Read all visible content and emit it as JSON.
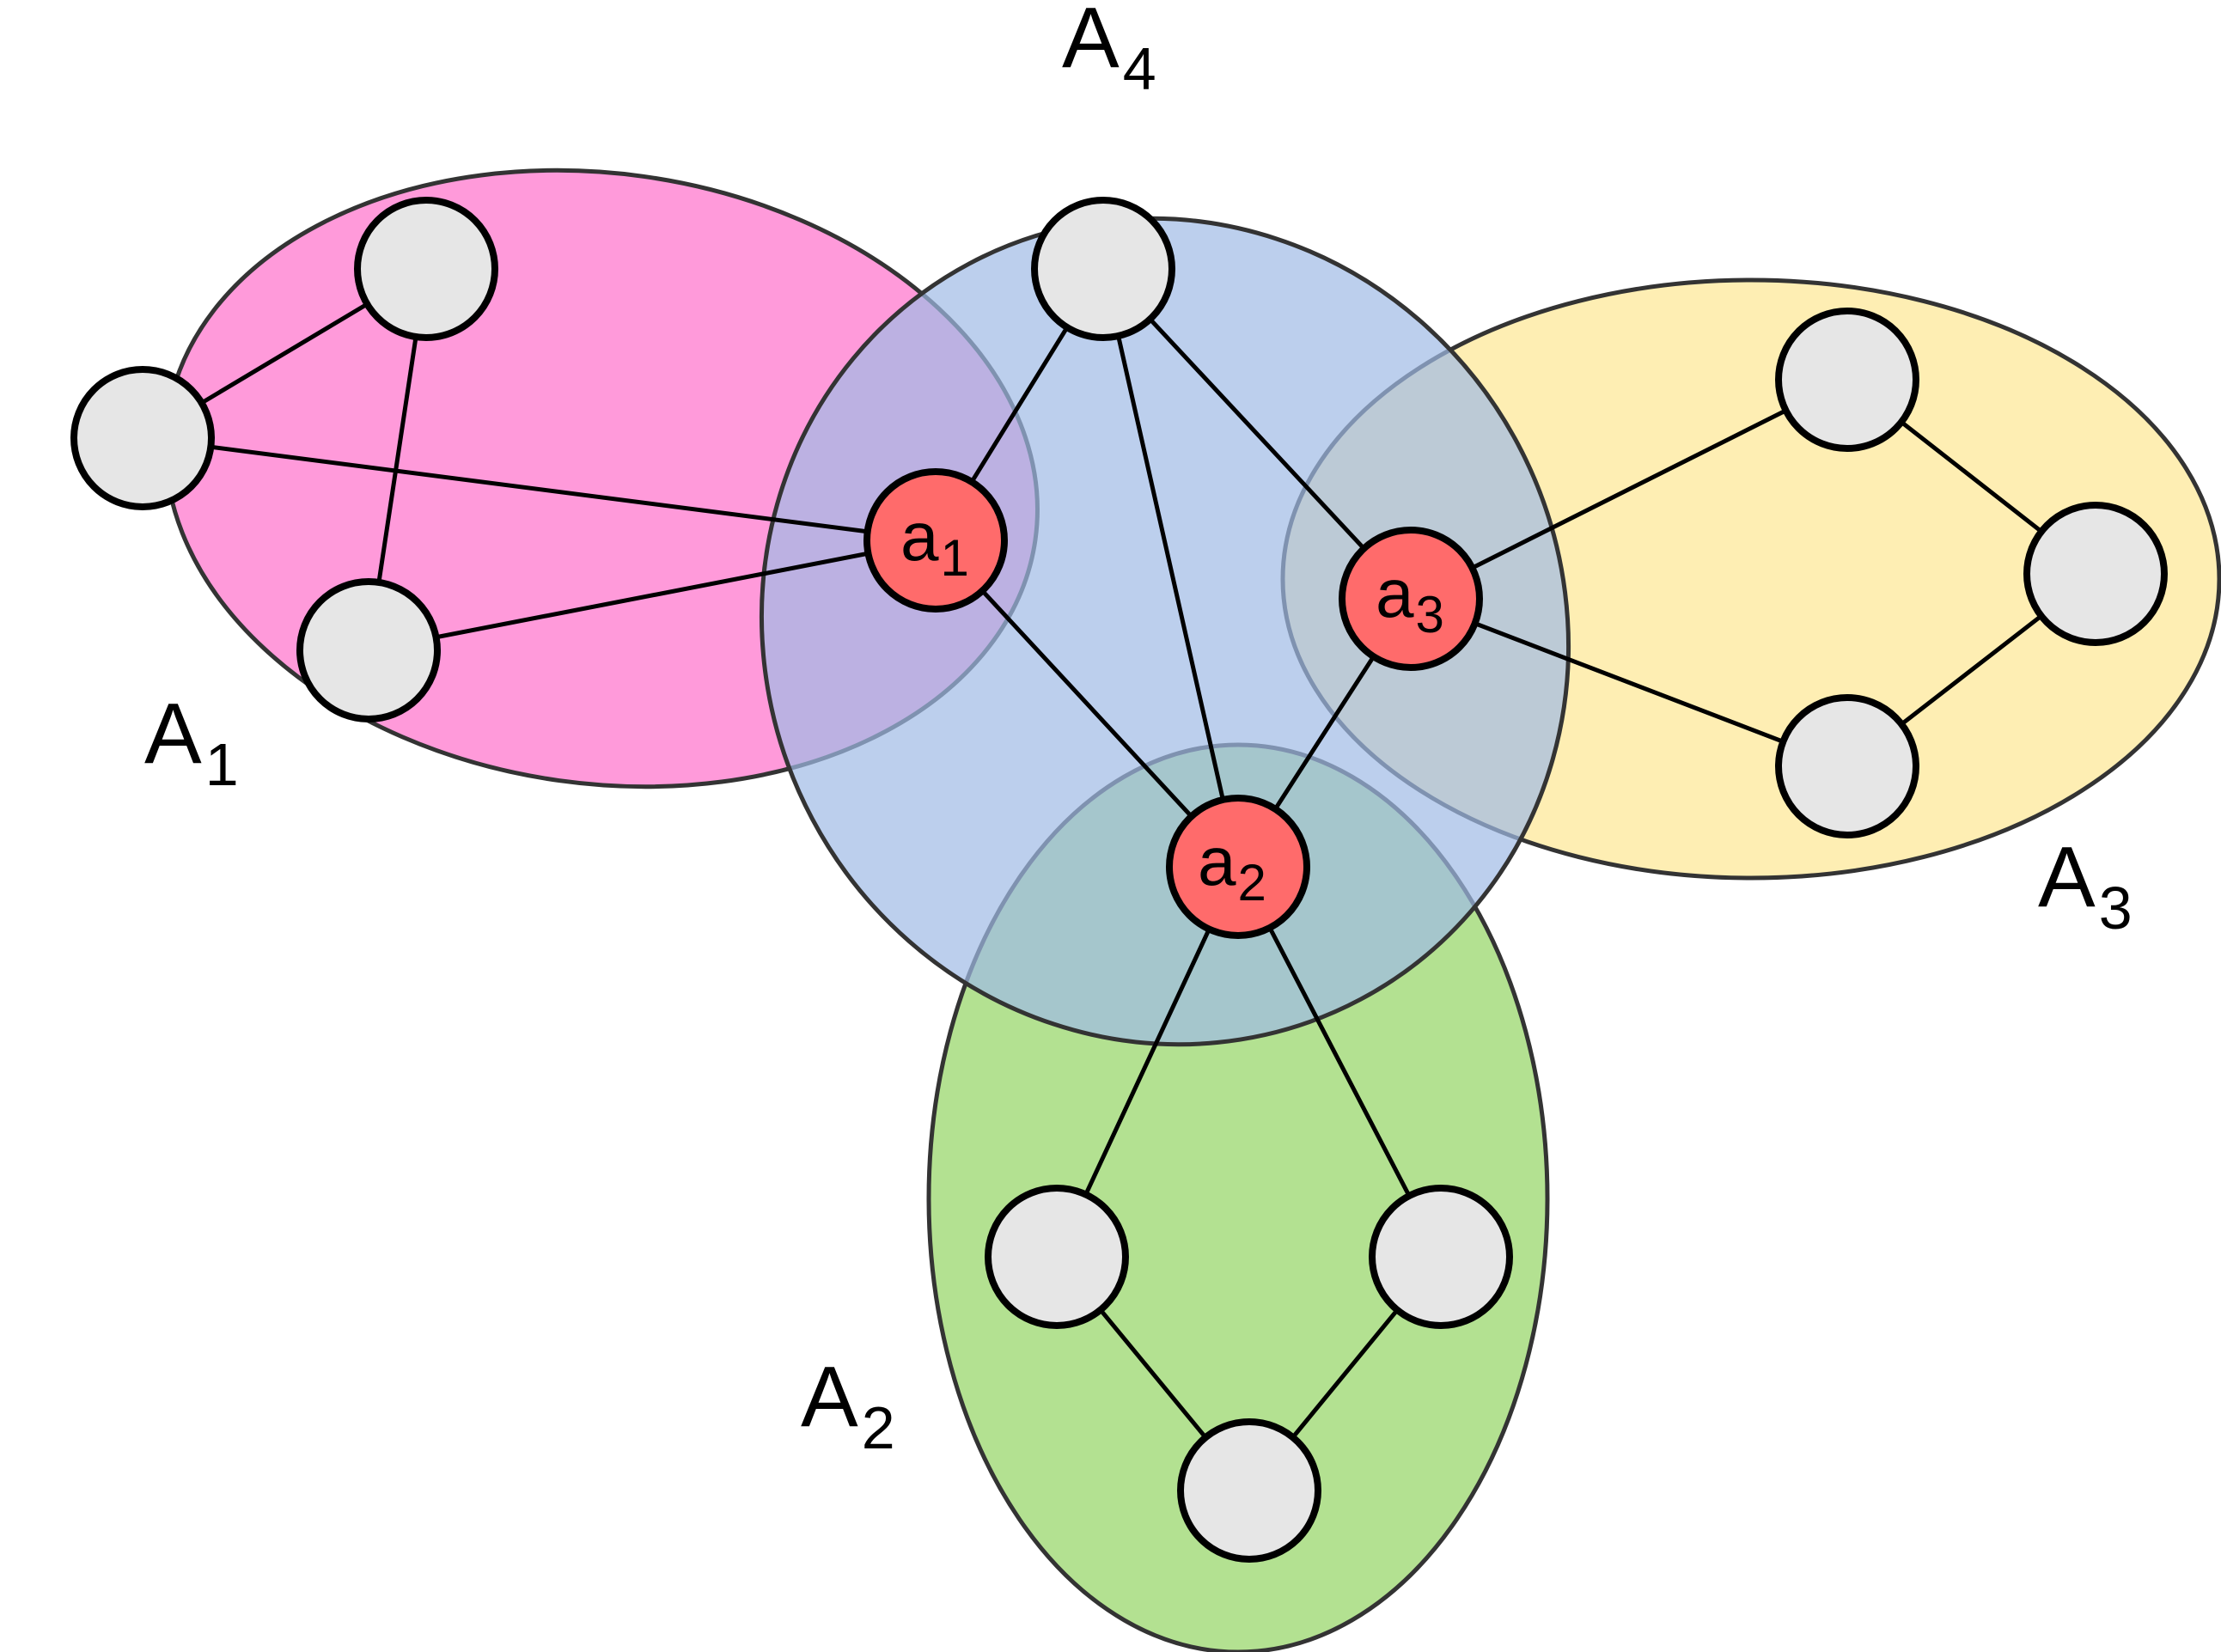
{
  "colors": {
    "A1": "#ff88d4",
    "A2": "#a6dc7e",
    "A3": "#fde89a",
    "A4": "#9fbae6",
    "hub": "#ff6b6b",
    "node": "#e6e6e6"
  },
  "sets": [
    {
      "id": "A1",
      "letter": "A",
      "index": "1"
    },
    {
      "id": "A2",
      "letter": "A",
      "index": "2"
    },
    {
      "id": "A3",
      "letter": "A",
      "index": "3"
    },
    {
      "id": "A4",
      "letter": "A",
      "index": "4"
    }
  ],
  "hubs": [
    {
      "id": "a1",
      "letter": "a",
      "index": "1"
    },
    {
      "id": "a2",
      "letter": "a",
      "index": "2"
    },
    {
      "id": "a3",
      "letter": "a",
      "index": "3"
    }
  ],
  "nodes": [
    {
      "id": "p1",
      "set": "A1"
    },
    {
      "id": "p2",
      "set": "A1"
    },
    {
      "id": "p3",
      "set": "A1"
    },
    {
      "id": "b1",
      "set": "A4"
    },
    {
      "id": "y1",
      "set": "A3"
    },
    {
      "id": "y2",
      "set": "A3"
    },
    {
      "id": "y3",
      "set": "A3"
    },
    {
      "id": "g1",
      "set": "A2"
    },
    {
      "id": "g2",
      "set": "A2"
    },
    {
      "id": "g3",
      "set": "A2"
    }
  ],
  "edges": [
    [
      "p2",
      "p1"
    ],
    [
      "p2",
      "p3"
    ],
    [
      "p1",
      "a1"
    ],
    [
      "p3",
      "a1"
    ],
    [
      "b1",
      "a1"
    ],
    [
      "b1",
      "a2"
    ],
    [
      "b1",
      "a3"
    ],
    [
      "a1",
      "a2"
    ],
    [
      "a3",
      "a2"
    ],
    [
      "a3",
      "y1"
    ],
    [
      "a3",
      "y3"
    ],
    [
      "y1",
      "y2"
    ],
    [
      "y3",
      "y2"
    ],
    [
      "a2",
      "g1"
    ],
    [
      "a2",
      "g2"
    ],
    [
      "g1",
      "g3"
    ],
    [
      "g2",
      "g3"
    ]
  ]
}
